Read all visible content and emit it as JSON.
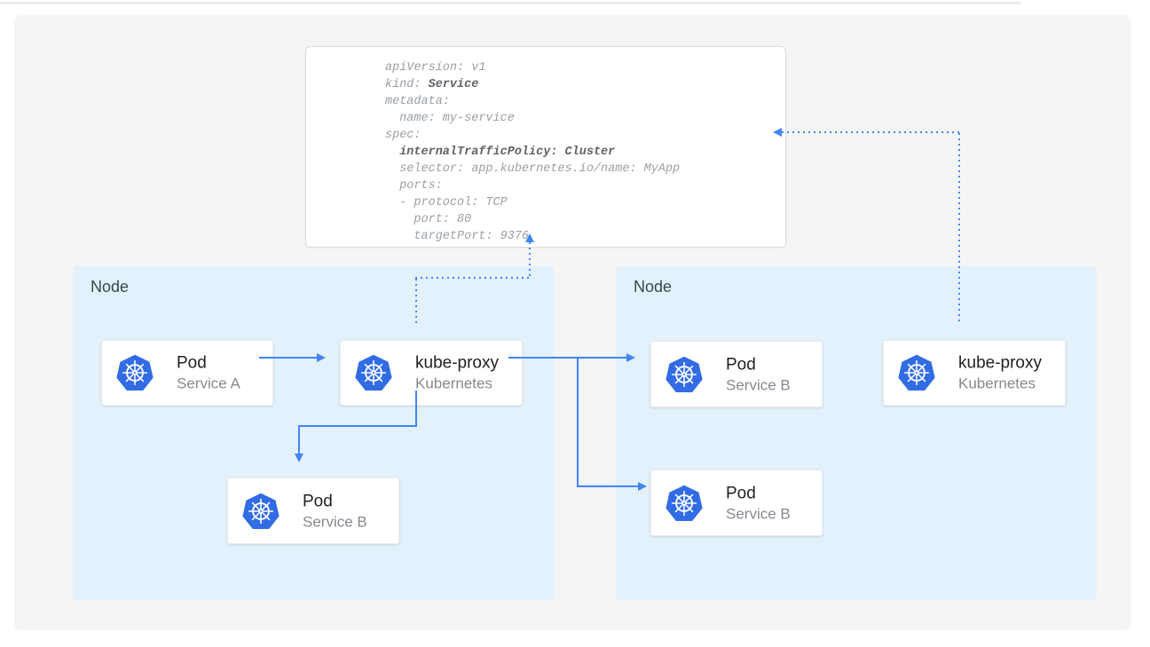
{
  "colors": {
    "accent": "#4285f4",
    "k8s_blue": "#326ce5",
    "node_bg": "#e3f1fc",
    "canvas_bg": "#f5f5f5",
    "card_title": "#202124",
    "card_subtitle": "#85898e",
    "node_label": "#37474f",
    "yaml_regular": "#9aa0a6",
    "yaml_bold": "#5f6368",
    "panel_border": "#dadce0",
    "top_divider": "#e9ebee"
  },
  "yaml_panel": {
    "lines": [
      [
        {
          "text": "apiVersion: v1",
          "bold": false
        }
      ],
      [
        {
          "text": "kind: ",
          "bold": false
        },
        {
          "text": "Service",
          "bold": true
        }
      ],
      [
        {
          "text": "metadata:",
          "bold": false
        }
      ],
      [
        {
          "text": "  name: my-service",
          "bold": false
        }
      ],
      [
        {
          "text": "spec:",
          "bold": false
        }
      ],
      [
        {
          "text": "  ",
          "bold": false
        },
        {
          "text": "internalTrafficPolicy: Cluster",
          "bold": true
        }
      ],
      [
        {
          "text": "  selector: app.kubernetes.io/name: MyApp",
          "bold": false
        }
      ],
      [
        {
          "text": "  ports:",
          "bold": false
        }
      ],
      [
        {
          "text": "  - protocol: TCP",
          "bold": false
        }
      ],
      [
        {
          "text": "    port: 80",
          "bold": false
        }
      ],
      [
        {
          "text": "    targetPort: 9376",
          "bold": false
        }
      ]
    ]
  },
  "diagram": {
    "nodes": [
      {
        "label": "Node"
      },
      {
        "label": "Node"
      }
    ],
    "cards": {
      "pod_a": {
        "title": "Pod",
        "subtitle": "Service A",
        "icon": "kubernetes-logo"
      },
      "kube_proxy_left": {
        "title": "kube-proxy",
        "subtitle": "Kubernetes",
        "icon": "kubernetes-logo"
      },
      "pod_b_left": {
        "title": "Pod",
        "subtitle": "Service B",
        "icon": "kubernetes-logo"
      },
      "pod_b_top_right": {
        "title": "Pod",
        "subtitle": "Service B",
        "icon": "kubernetes-logo"
      },
      "pod_b_bottom_right": {
        "title": "Pod",
        "subtitle": "Service B",
        "icon": "kubernetes-logo"
      },
      "kube_proxy_right": {
        "title": "kube-proxy",
        "subtitle": "Kubernetes",
        "icon": "kubernetes-logo"
      }
    }
  }
}
